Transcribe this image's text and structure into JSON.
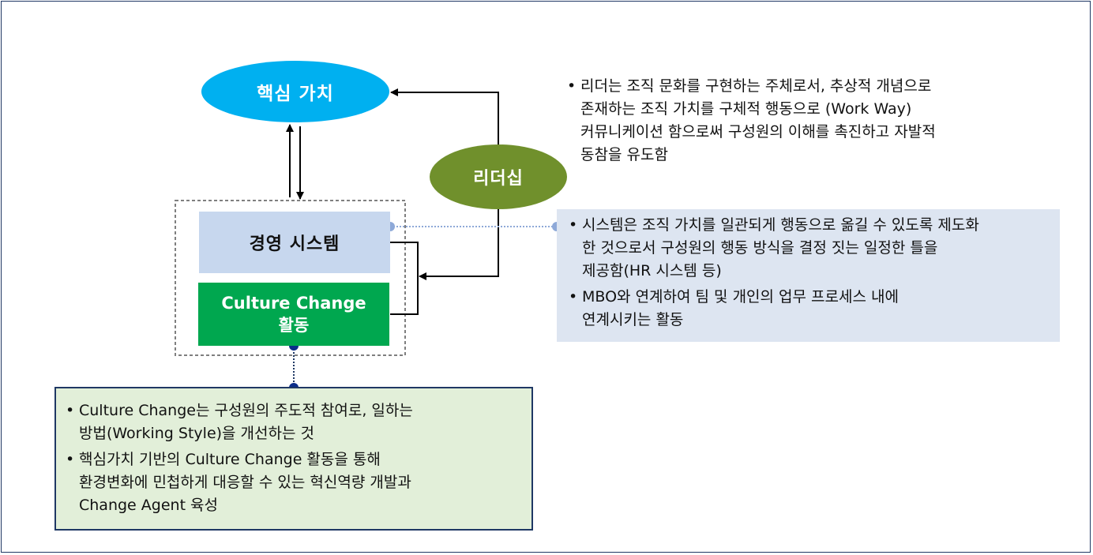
{
  "diagram": {
    "core_value": "핵심 가치",
    "leadership": "리더십",
    "management_system": "경영 시스템",
    "culture_change_line1": "Culture Change",
    "culture_change_line2": "활동"
  },
  "notes": {
    "leadership": [
      "리더는 조직 문화를 구현하는 주체로서, 추상적 개념으로\n존재하는 조직 가치를 구체적 행동으로 (Work Way)\n커뮤니케이션 함으로써 구성원의 이해를 촉진하고 자발적\n동참을 유도함"
    ],
    "system": [
      "시스템은 조직 가치를 일관되게 행동으로 옮길 수 있도록 제도화\n한 것으로서 구성원의 행동 방식을 결정 짓는 일정한 틀을\n제공함(HR 시스템 등)",
      "MBO와 연계하여 팀 및 개인의 업무 프로세스 내에\n연계시키는 활동"
    ],
    "culture_change": [
      "Culture Change는 구성원의 주도적 참여로, 일하는\n방법(Working Style)을 개선하는 것",
      "핵심가치 기반의 Culture Change 활동을 통해\n환경변화에 민첩하게 대응할 수 있는 혁신역량 개발과\nChange Agent 육성"
    ]
  },
  "colors": {
    "core_value_fill": "#00b0f0",
    "leadership_fill": "#70902c",
    "management_fill": "#c7d7ee",
    "culture_fill": "#00a74f",
    "system_note_fill": "#dde5f1",
    "green_note_fill": "#e2efd9",
    "border": "#1f3864"
  }
}
